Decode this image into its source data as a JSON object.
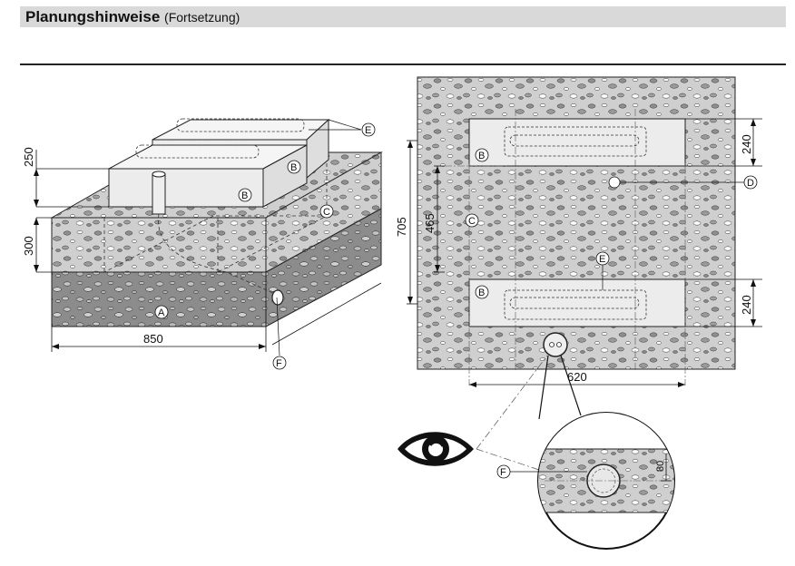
{
  "header": {
    "title": "Planungshinweise",
    "subtitle": "(Fortsetzung)"
  },
  "left_figure": {
    "dimensions": {
      "height_top": "250",
      "height_bottom": "300",
      "width": "850"
    },
    "labels": {
      "A": "A",
      "B_upper": "B",
      "B_lower": "B",
      "C": "C",
      "E": "E",
      "F": "F"
    }
  },
  "right_figure": {
    "dimensions": {
      "total_depth": "705",
      "inner_depth": "465",
      "beam_top": "240",
      "beam_bottom": "240",
      "width": "620",
      "detail": "80"
    },
    "labels": {
      "B_top": "B",
      "B_bottom": "B",
      "C": "C",
      "D": "D",
      "E": "E",
      "F": "F"
    }
  },
  "colors": {
    "header_bg": "#d9d9d9",
    "gravel_light": "#c8c8c8",
    "gravel_dark": "#8a8a8a",
    "concrete": "#e6e6e6"
  }
}
